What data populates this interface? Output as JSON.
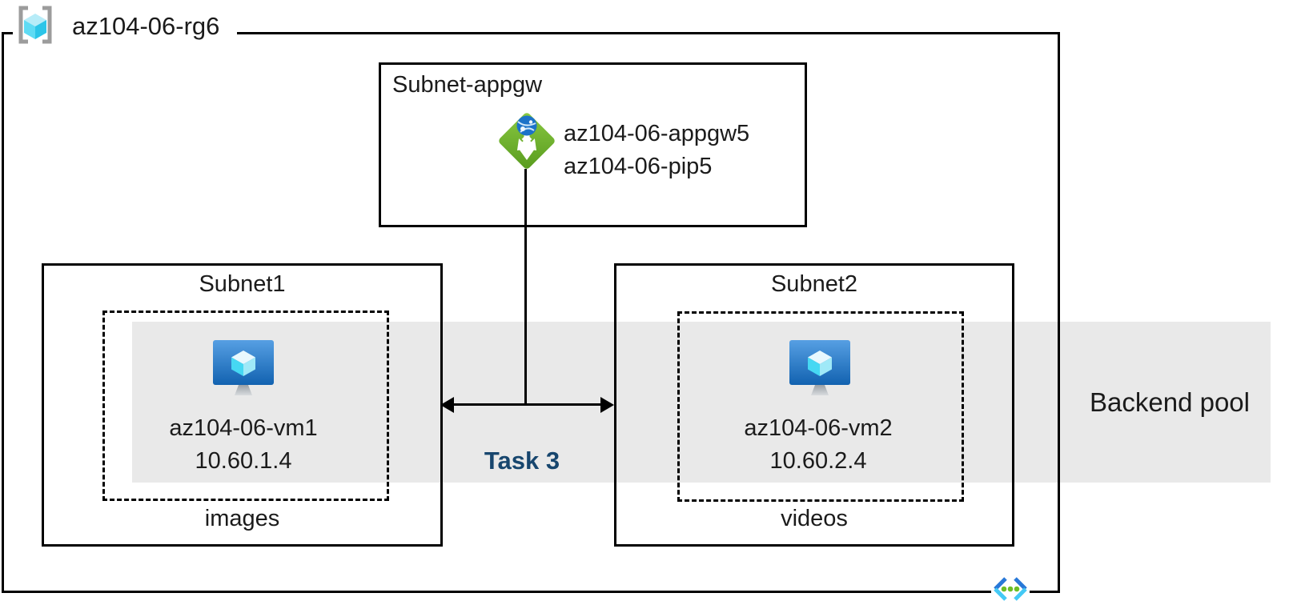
{
  "resource_group": {
    "name": "az104-06-rg6"
  },
  "appgw_subnet": {
    "title": "Subnet-appgw",
    "gateway_name": "az104-06-appgw5",
    "public_ip_name": "az104-06-pip5"
  },
  "subnet1": {
    "title": "Subnet1",
    "vm_name": "az104-06-vm1",
    "vm_ip": "10.60.1.4",
    "folder": "images"
  },
  "subnet2": {
    "title": "Subnet2",
    "vm_name": "az104-06-vm2",
    "vm_ip": "10.60.2.4",
    "folder": "videos"
  },
  "backend_pool": {
    "label": "Backend pool"
  },
  "task": {
    "label": "Task 3"
  },
  "icons": {
    "resource_group": "resource-group-icon",
    "application_gateway": "application-gateway-icon",
    "virtual_machine": "virtual-machine-icon",
    "virtual_network": "virtual-network-icon"
  },
  "colors": {
    "outline": "#000000",
    "text": "#1b1b1b",
    "backend_pool_band": "#e9e9e9",
    "task_text": "#17466e",
    "appgw_green": "#76b82a",
    "vm_screen_blue_top": "#569fe3",
    "vm_screen_blue_bottom": "#1262b0",
    "cube_cyan": "#46d8f3",
    "rg_bracket_gray": "#9c9c9c",
    "vnet_blue": "#2878d8",
    "vnet_cyan": "#44c9f5",
    "vnet_green": "#6cbe25"
  }
}
